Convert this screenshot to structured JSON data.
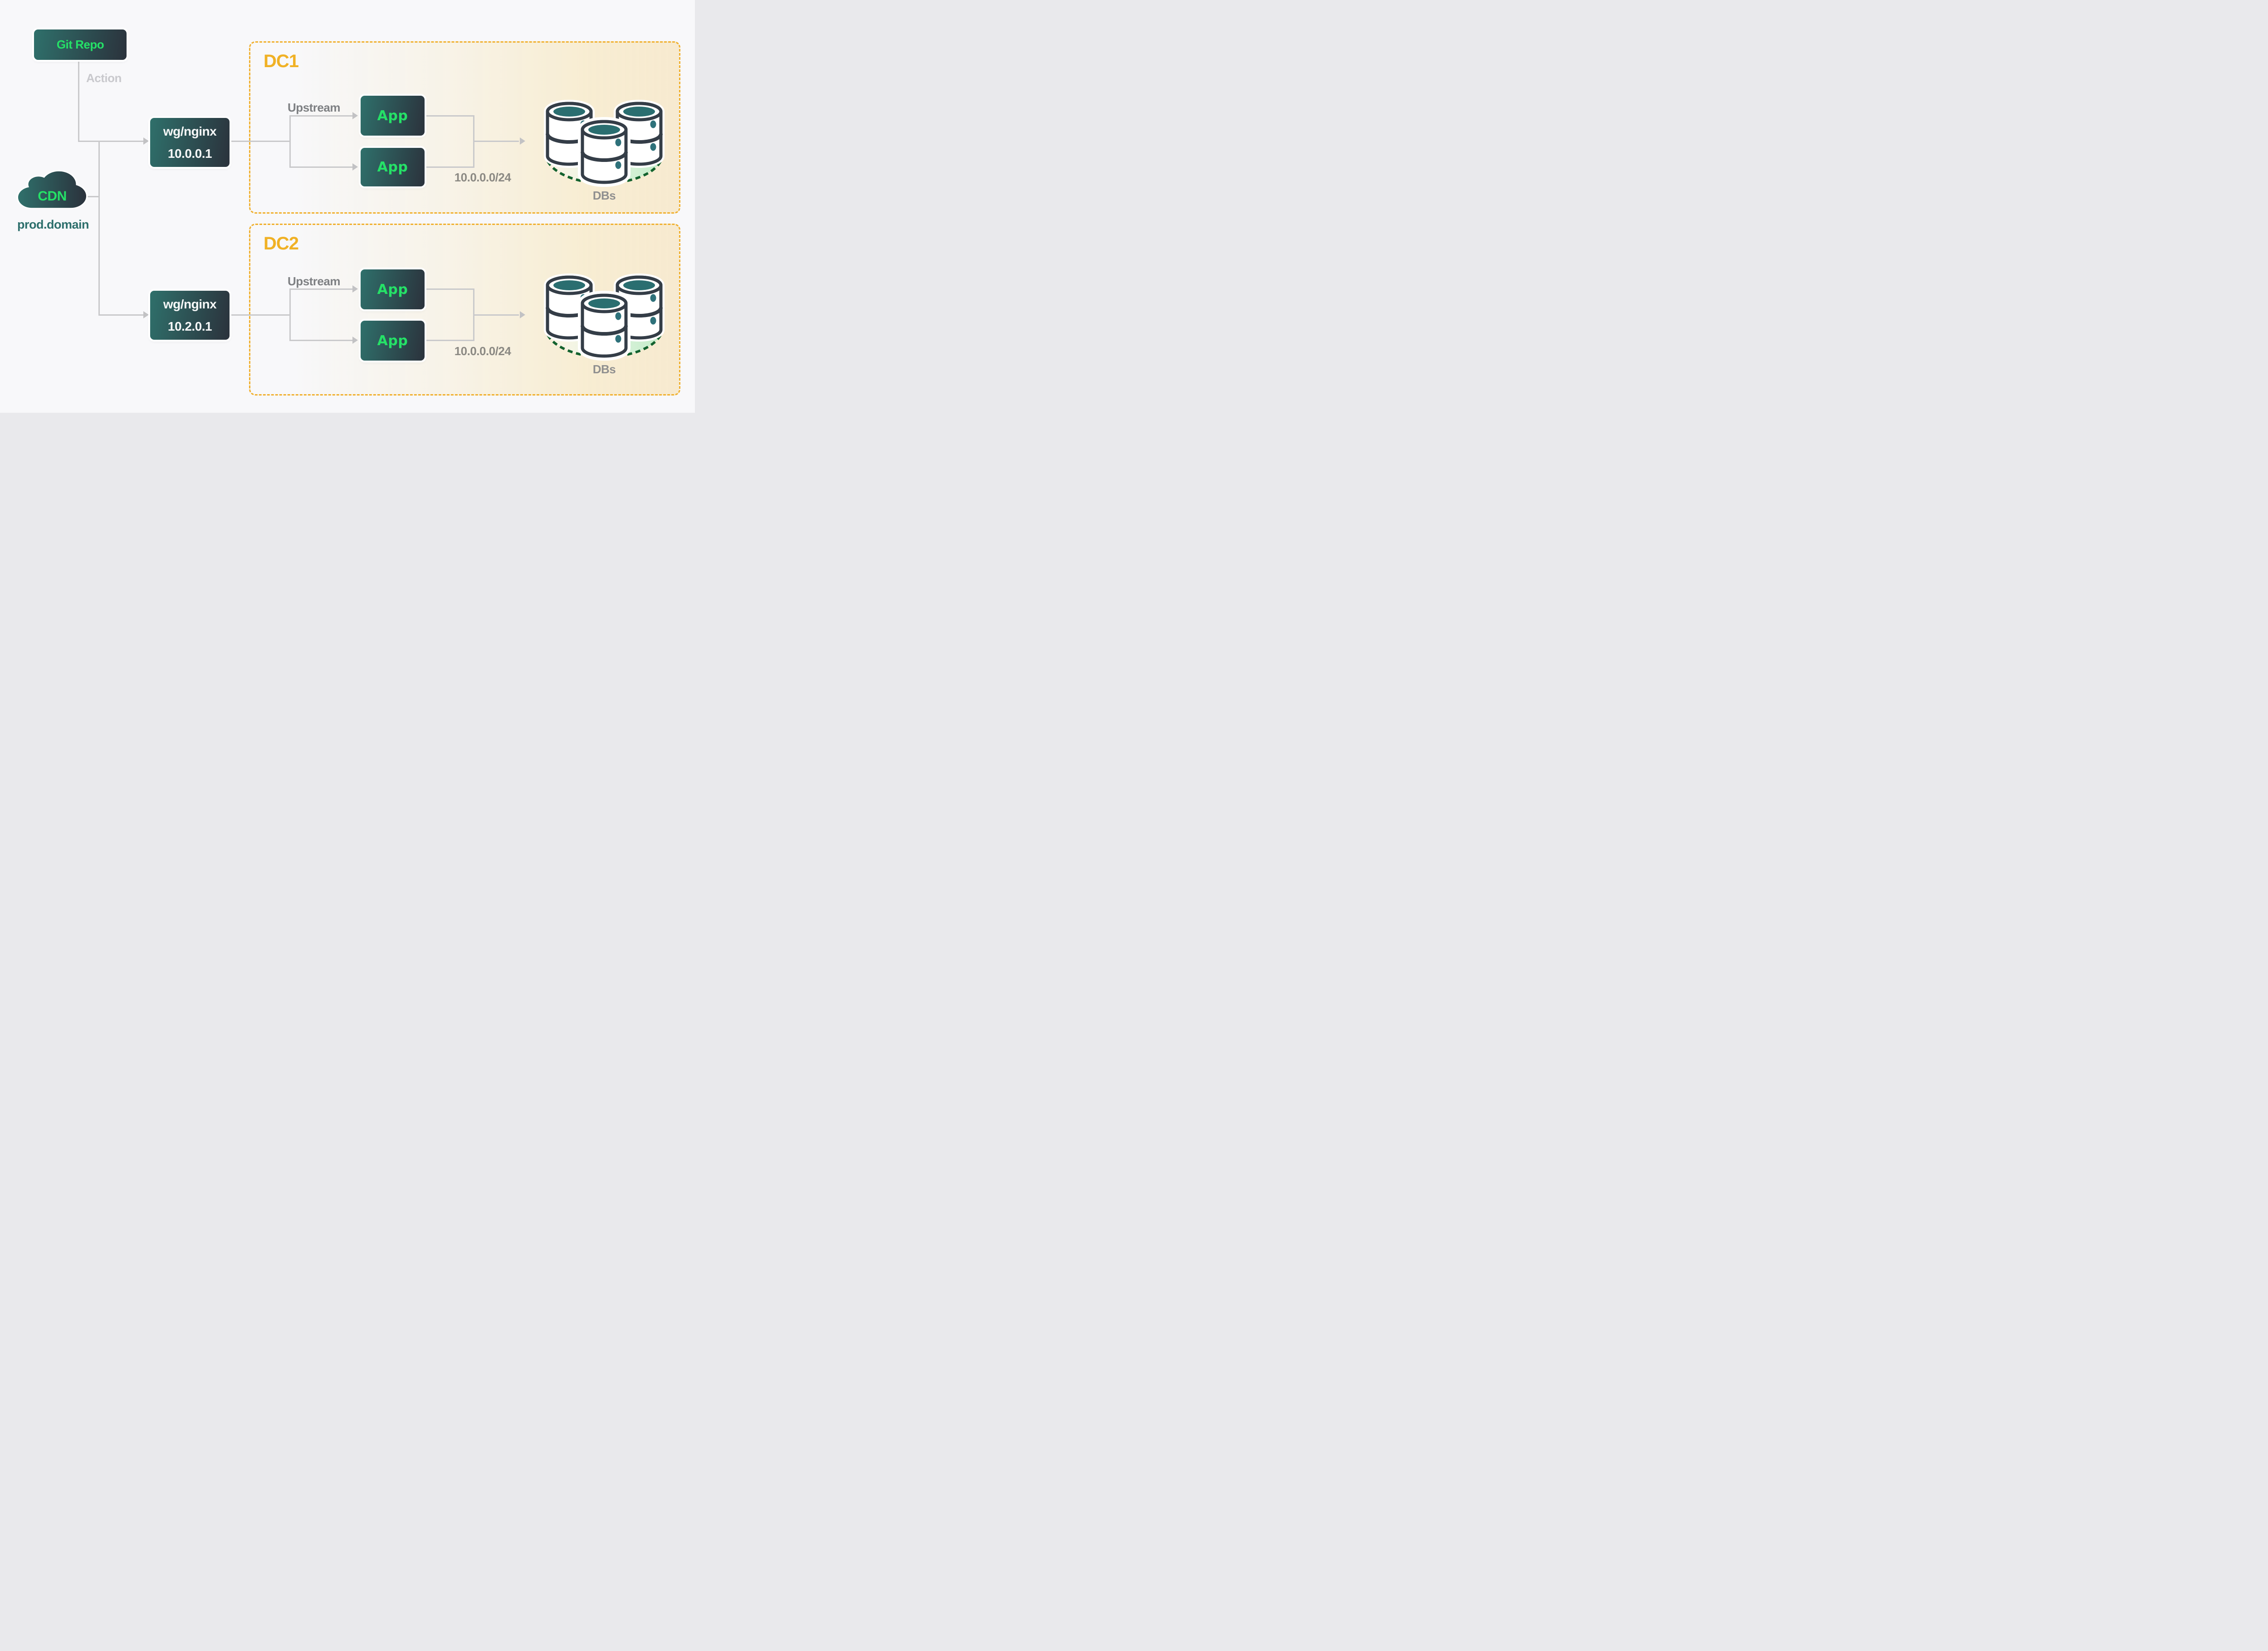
{
  "canvas": {
    "background": "#f8f8fa"
  },
  "git": {
    "label": "Git Repo"
  },
  "action": {
    "label": "Action"
  },
  "cdn": {
    "label": "CDN",
    "domain": "prod.domain"
  },
  "gateways": [
    {
      "name": "wg/nginx",
      "ip": "10.0.0.1"
    },
    {
      "name": "wg/nginx",
      "ip": "10.2.0.1"
    }
  ],
  "datacenters": [
    {
      "title": "DC1",
      "upstream": "Upstream",
      "apps": [
        "App",
        "App"
      ],
      "subnet": "10.0.0.0/24",
      "dbs": "DBs"
    },
    {
      "title": "DC2",
      "upstream": "Upstream",
      "apps": [
        "App",
        "App"
      ],
      "subnet": "10.0.0.0/24",
      "dbs": "DBs"
    }
  ],
  "colors": {
    "accent_green_text": "#25e167",
    "node_teal": "#2f706b",
    "node_slate": "#2b323c",
    "dc_border_amber": "#f0b02f",
    "dc_title_amber": "#f0b125",
    "connector_gray": "#c9c9cb",
    "db_top_teal": "#2a6e70",
    "db_outline": "#343d47",
    "db_ellipse_green": "#13622e"
  }
}
